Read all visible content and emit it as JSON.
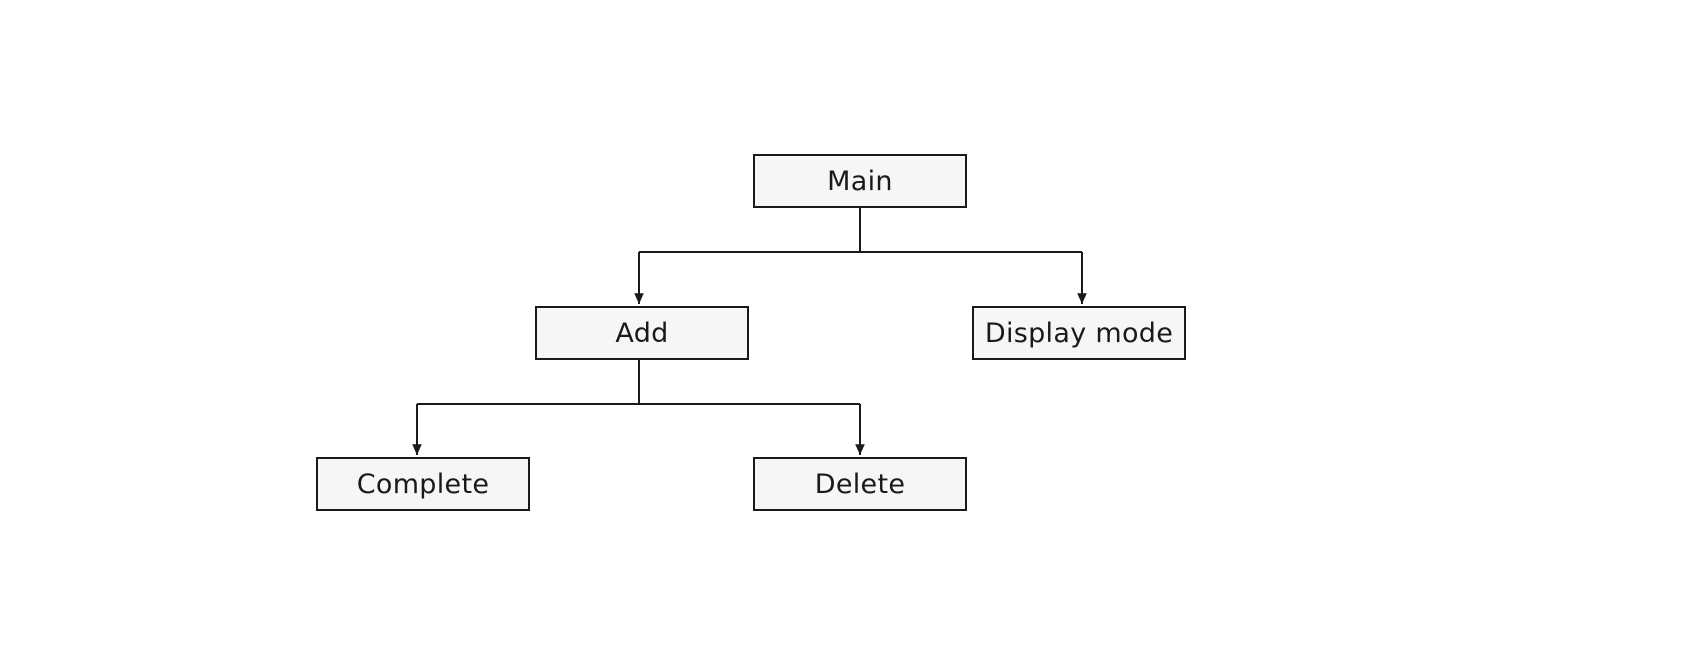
{
  "diagram": {
    "nodes": {
      "main": "Main",
      "add": "Add",
      "display_mode": "Display mode",
      "complete": "Complete",
      "delete": "Delete"
    },
    "edges": [
      {
        "from": "main",
        "to": "add"
      },
      {
        "from": "main",
        "to": "display_mode"
      },
      {
        "from": "add",
        "to": "complete"
      },
      {
        "from": "add",
        "to": "delete"
      }
    ],
    "colors": {
      "stroke": "#1a1a1a",
      "node_fill": "#f5f6f5",
      "background": "#ffffff"
    }
  }
}
